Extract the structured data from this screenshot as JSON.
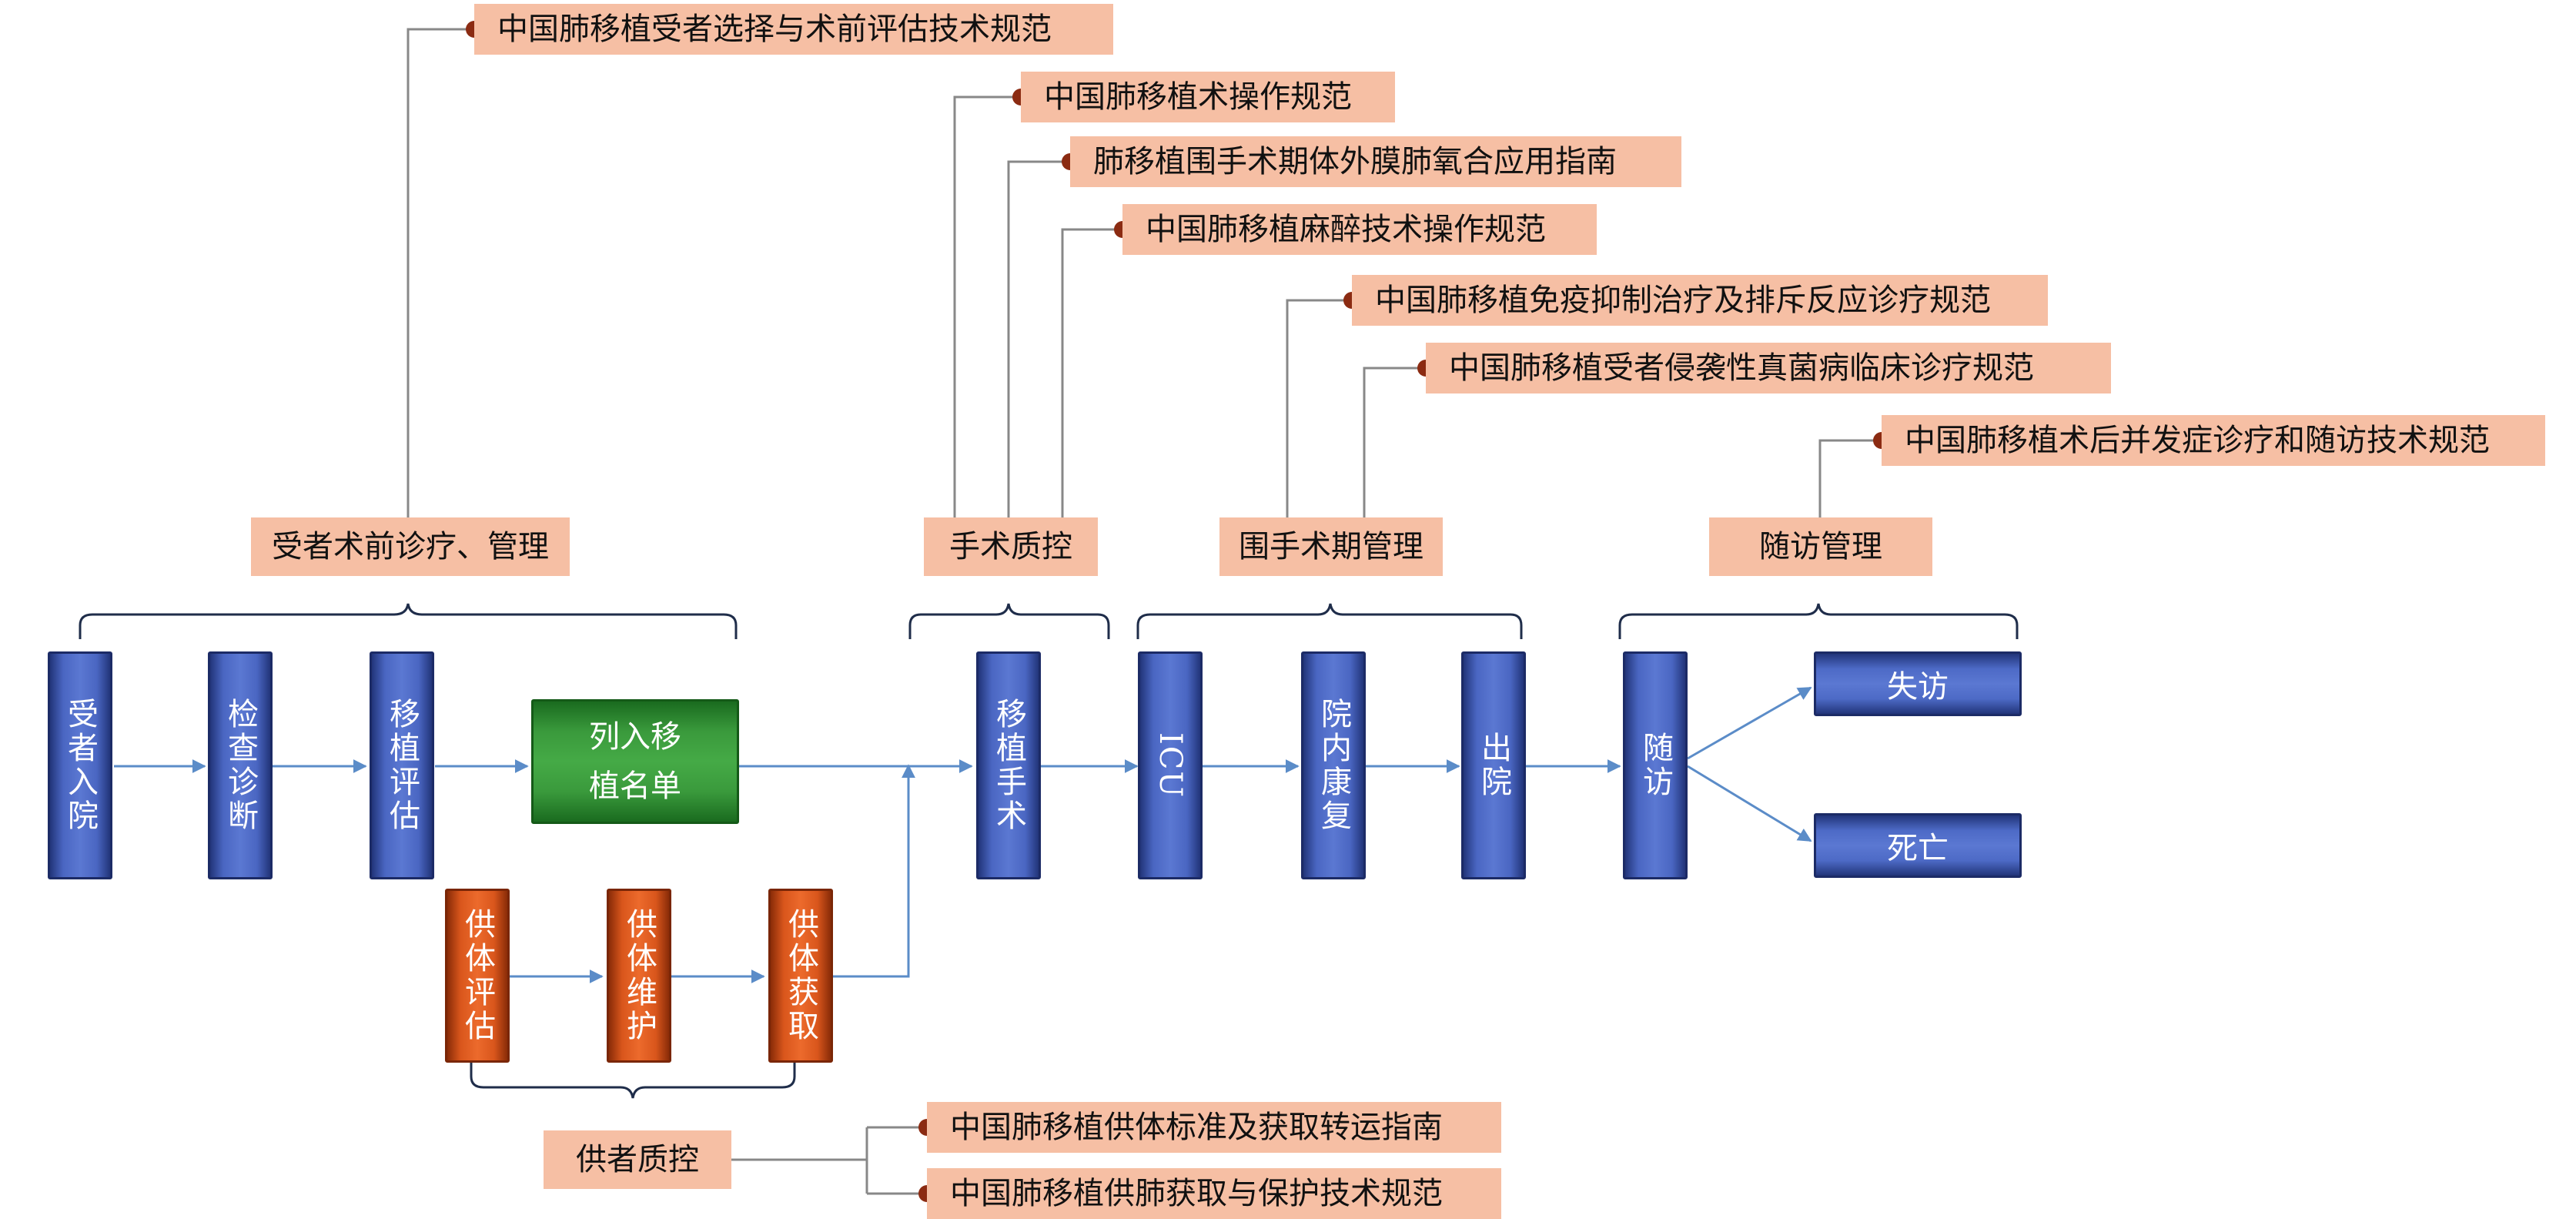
{
  "flow": {
    "recipient_admission": "受者入院",
    "exam_diagnosis": "检查诊断",
    "transplant_eval": "移植评估",
    "waitlist_line1": "列入移",
    "waitlist_line2": "植名单",
    "surgery": "移植手术",
    "icu": "ICU",
    "rehab": "院内康复",
    "discharge": "出院",
    "followup": "随访",
    "lost": "失访",
    "death": "死亡",
    "donor_eval": "供体评估",
    "donor_maint": "供体维护",
    "donor_procure": "供体获取"
  },
  "categories": {
    "pre_op": "受者术前诊疗、管理",
    "surgery_qc": "手术质控",
    "perioperative": "围手术期管理",
    "followup_mgmt": "随访管理",
    "donor_qc": "供者质控"
  },
  "standards": {
    "s1": "中国肺移植受者选择与术前评估技术规范",
    "s2": "中国肺移植术操作规范",
    "s3": "肺移植围手术期体外膜肺氧合应用指南",
    "s4": "中国肺移植麻醉技术操作规范",
    "s5": "中国肺移植免疫抑制治疗及排斥反应诊疗规范",
    "s6": "中国肺移植受者侵袭性真菌病临床诊疗规范",
    "s7": "中国肺移植术后并发症诊疗和随访技术规范",
    "s8": "中国肺移植供体标准及获取转运指南",
    "s9": "中国肺移植供肺获取与保护技术规范"
  },
  "colors": {
    "blue_box": "#4a66c2",
    "orange_box": "#d9561c",
    "green_box": "#3a9a3c",
    "note_fill": "#f6bfa4",
    "arrow": "#5b8cc8",
    "bracket": "#1f2d4a",
    "connector": "#888888",
    "dot": "#8b2b12"
  }
}
